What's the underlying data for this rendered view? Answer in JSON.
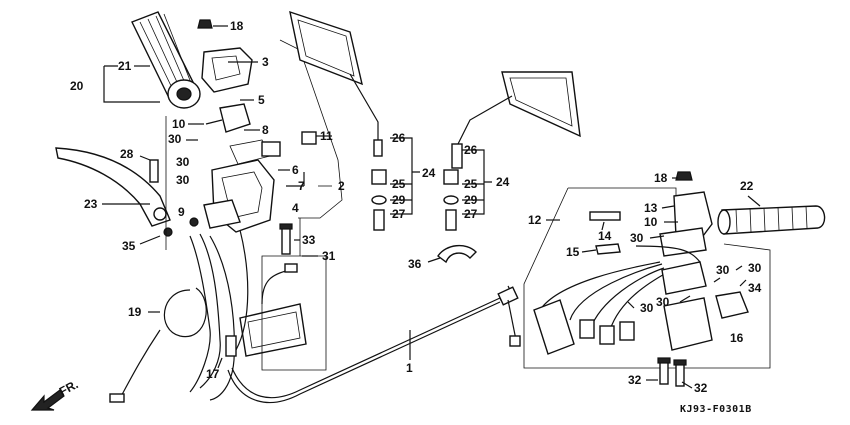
{
  "diagram_code": "KJ93-F0301B",
  "direction_indicator": "FR.",
  "parts": [
    {
      "key": "p18a",
      "label": "18"
    },
    {
      "key": "p3",
      "label": "3"
    },
    {
      "key": "p21",
      "label": "21"
    },
    {
      "key": "p20",
      "label": "20"
    },
    {
      "key": "p5",
      "label": "5"
    },
    {
      "key": "p10a",
      "label": "10"
    },
    {
      "key": "p30a",
      "label": "30"
    },
    {
      "key": "p8",
      "label": "8"
    },
    {
      "key": "p11",
      "label": "11"
    },
    {
      "key": "p30b",
      "label": "30"
    },
    {
      "key": "p6",
      "label": "6"
    },
    {
      "key": "p7",
      "label": "7"
    },
    {
      "key": "p30c",
      "label": "30"
    },
    {
      "key": "p9",
      "label": "9"
    },
    {
      "key": "p4",
      "label": "4"
    },
    {
      "key": "p2",
      "label": "2"
    },
    {
      "key": "p28",
      "label": "28"
    },
    {
      "key": "p23",
      "label": "23"
    },
    {
      "key": "p35",
      "label": "35"
    },
    {
      "key": "p33",
      "label": "33"
    },
    {
      "key": "p31",
      "label": "31"
    },
    {
      "key": "p19",
      "label": "19"
    },
    {
      "key": "p17",
      "label": "17"
    },
    {
      "key": "p1",
      "label": "1"
    },
    {
      "key": "p26a",
      "label": "26"
    },
    {
      "key": "p24a",
      "label": "24"
    },
    {
      "key": "p25a",
      "label": "25"
    },
    {
      "key": "p29a",
      "label": "29"
    },
    {
      "key": "p27a",
      "label": "27"
    },
    {
      "key": "p26b",
      "label": "26"
    },
    {
      "key": "p24b",
      "label": "24"
    },
    {
      "key": "p25b",
      "label": "25"
    },
    {
      "key": "p29b",
      "label": "29"
    },
    {
      "key": "p27b",
      "label": "27"
    },
    {
      "key": "p36",
      "label": "36"
    },
    {
      "key": "p18b",
      "label": "18"
    },
    {
      "key": "p22",
      "label": "22"
    },
    {
      "key": "p12",
      "label": "12"
    },
    {
      "key": "p13",
      "label": "13"
    },
    {
      "key": "p10b",
      "label": "10"
    },
    {
      "key": "p14",
      "label": "14"
    },
    {
      "key": "p30d",
      "label": "30"
    },
    {
      "key": "p15",
      "label": "15"
    },
    {
      "key": "p30e",
      "label": "30"
    },
    {
      "key": "p30f",
      "label": "30"
    },
    {
      "key": "p34",
      "label": "34"
    },
    {
      "key": "p30g",
      "label": "30"
    },
    {
      "key": "p30h",
      "label": "30"
    },
    {
      "key": "p16",
      "label": "16"
    },
    {
      "key": "p32a",
      "label": "32"
    },
    {
      "key": "p32b",
      "label": "32"
    }
  ]
}
